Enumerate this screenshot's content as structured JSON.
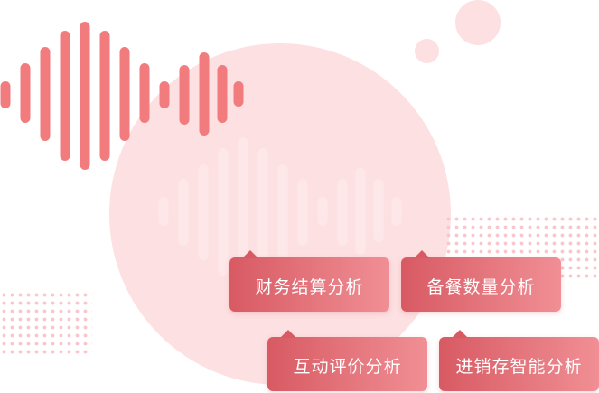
{
  "colors": {
    "bar_primary": "#f27b7e",
    "bar_overlay": "#fce9ea",
    "circle": "#fde0e2",
    "dot": "#f7c7cc",
    "tag_start": "#d85a63",
    "tag_end": "#f08f95",
    "tag_text": "#ffffff"
  },
  "tags": {
    "finance": "财务结算分析",
    "prep": "备餐数量分析",
    "review": "互动评价分析",
    "inventory": "进销存智能分析"
  }
}
